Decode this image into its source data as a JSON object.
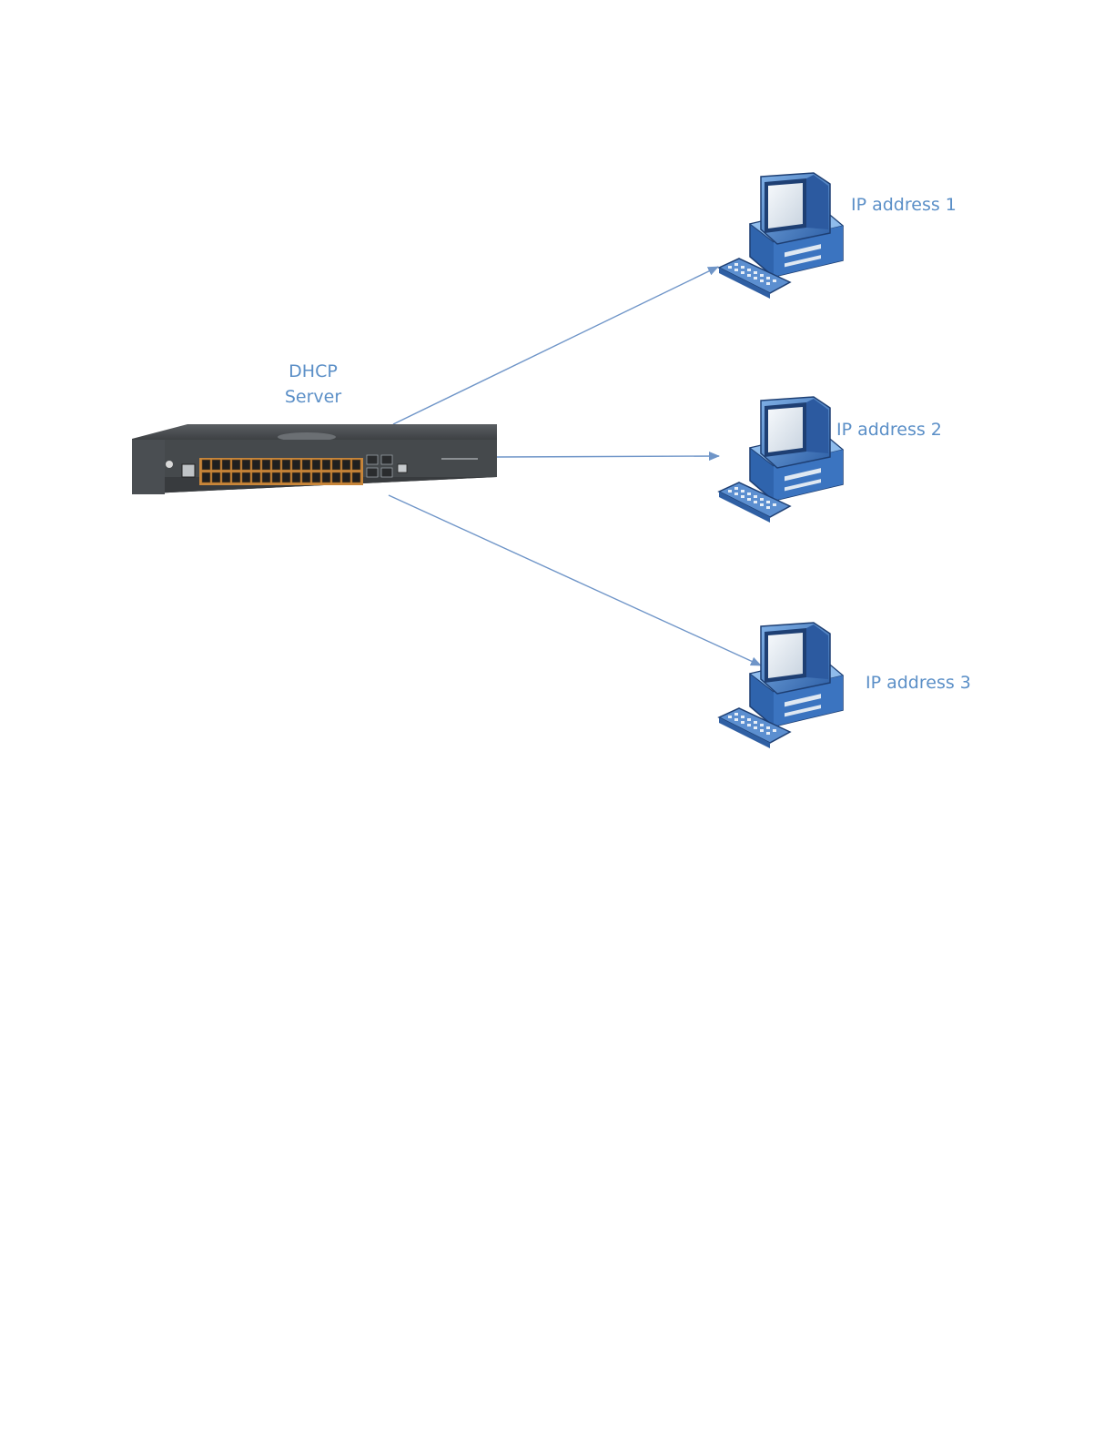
{
  "server": {
    "label_line1": "DHCP",
    "label_line2": "Server",
    "icon": "network-switch-icon"
  },
  "clients": [
    {
      "label": "IP address 1",
      "icon": "desktop-computer-icon"
    },
    {
      "label": "IP address 2",
      "icon": "desktop-computer-icon"
    },
    {
      "label": "IP address 3",
      "icon": "desktop-computer-icon"
    }
  ],
  "colors": {
    "label_text": "#5b8fc7",
    "connector": "#6f95c8",
    "switch_body": "#3f4245",
    "switch_port_border": "#c8863a",
    "computer_blue": "#3b6fb4"
  }
}
